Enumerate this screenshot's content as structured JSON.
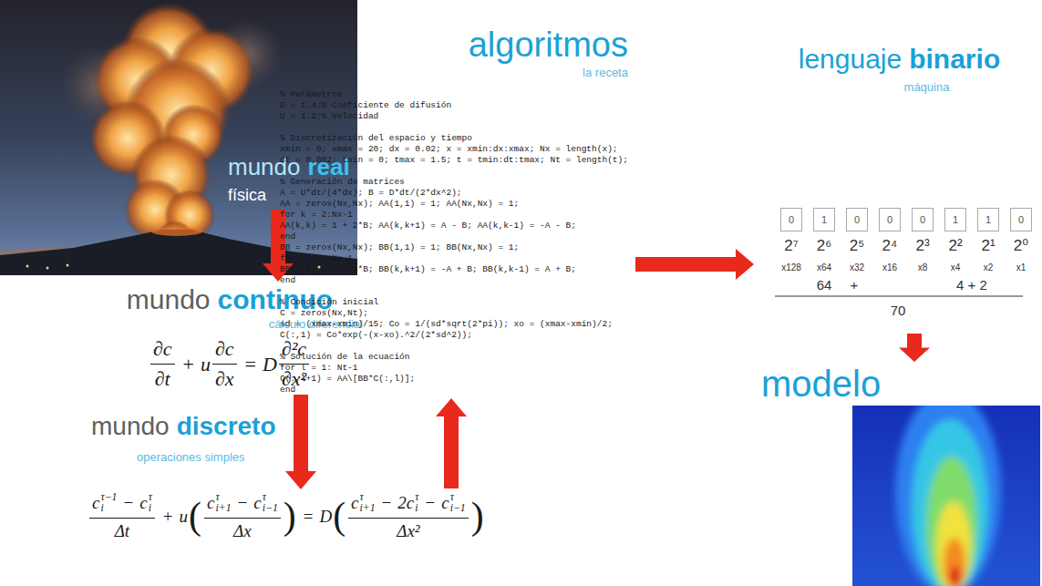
{
  "diagram": {
    "nodes": [
      {
        "text": [
          "mundo",
          "real",
          "física"
        ]
      },
      {
        "text": [
          "mundo",
          "continuo",
          "cálculo diferencial"
        ]
      },
      {
        "text": [
          "mundo",
          "discreto",
          "operaciones simples"
        ]
      },
      {
        "text": [
          "algoritmos",
          "la receta"
        ]
      },
      {
        "text": [
          "lenguaje",
          "binario",
          "máquina"
        ]
      },
      {
        "text": [
          "0"
        ],
        "in": 4
      },
      {
        "text": [
          "1"
        ],
        "in": 4
      },
      {
        "text": [
          "0"
        ],
        "in": 4
      },
      {
        "text": [
          "0"
        ],
        "in": 4
      },
      {
        "text": [
          "0"
        ],
        "in": 4
      },
      {
        "text": [
          "1"
        ],
        "in": 4
      },
      {
        "text": [
          "1"
        ],
        "in": 4
      },
      {
        "text": [
          "0"
        ],
        "in": 4
      },
      {
        "text": [
          "modelo"
        ]
      }
    ],
    "edges": [
      {
        "from": 0,
        "to": 1,
        "arrow": "to"
      },
      {
        "from": 1,
        "to": 2,
        "arrow": "to"
      },
      {
        "from": 2,
        "to": 3,
        "arrow": "to"
      },
      {
        "from": 3,
        "to": 4,
        "arrow": "to"
      },
      {
        "from": 4,
        "to": 13,
        "arrow": "to"
      }
    ],
    "labels": [
      "∂c",
      "∂t",
      "+",
      "u",
      "∂c",
      "∂x",
      "=",
      "D",
      "∂²c",
      "∂x²",
      "c",
      "τ−1",
      "i",
      "−",
      "c",
      "τ",
      "i",
      "Δt",
      "+",
      "u",
      "(",
      "c",
      "τ",
      "i+1",
      "−",
      "c",
      "τ",
      "i−1",
      "Δx",
      ")",
      "=",
      "D",
      "(",
      "c",
      "τ",
      "i+1",
      "−",
      "2c",
      "τ",
      "i",
      "−",
      "c",
      "τ",
      "i−1",
      "Δx²",
      ")",
      "% Parámetros",
      "D = 1.4;% Coeficiente de difusión",
      "U = 1.2;% Velocidad",
      "% Discretización del espacio y tiempo",
      "xmin = 0; xmax = 20; dx = 0.02; x = xmin:dx:xmax; Nx = length(x);",
      "dt = 0.002; tmin = 0; tmax = 1.5; t = tmin:dt:tmax; Nt = length(t);",
      "% Generación de matrices",
      "A = U*dt/(4*dx); B = D*dt/(2*dx^2);",
      "AA = zeros(Nx,Nx); AA(1,1) = 1; AA(Nx,Nx) = 1;",
      "for k = 2:Nx-1",
      "AA(k,k) = 1 + 2*B; AA(k,k+1) = A - B; AA(k,k-1) = -A - B;",
      "end",
      "BB = zeros(Nx,Nx); BB(1,1) = 1; BB(Nx,Nx) = 1;",
      "for k = 2:Nx-1",
      "BB(k,k) = 1 - 2*B; BB(k,k+1) = -A + B; BB(k,k-1) = A + B;",
      "end",
      "% Condición inicial",
      "C = zeros(Nx,Nt);",
      "sd = (xmax-xmin)/15; Co = 1/(sd*sqrt(2*pi)); xo = (xmax-xmin)/2;",
      "C(:,1) = Co*exp(-(x-xo).^2/(2*sd^2));",
      "% Solución de la ecuación",
      "for l = 1: Nt-1",
      "C(:,l+1) = AA\\[BB*C(:,l)];",
      "end",
      "2⁷",
      "2⁶",
      "2⁵",
      "2⁴",
      "2³",
      "2²",
      "2¹",
      "2⁰",
      "x128",
      "x64",
      "x32",
      "x16",
      "x8",
      "x4",
      "x2",
      "x1",
      "64",
      "+",
      "4 + 2",
      "70"
    ]
  }
}
